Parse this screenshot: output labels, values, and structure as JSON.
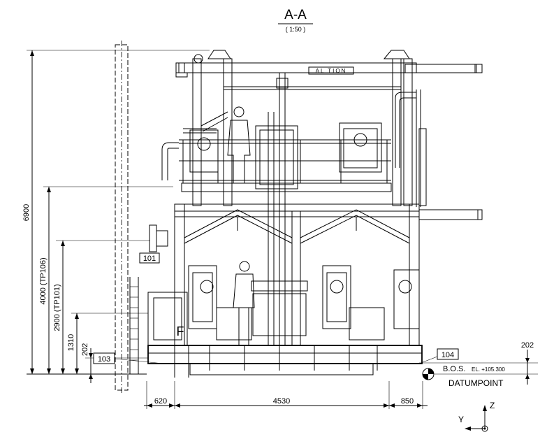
{
  "view": {
    "title": "A-A",
    "scale": "( 1:50 )"
  },
  "dimensions": {
    "overall_height": "6900",
    "tp106": "4000 (TP106)",
    "tp101": "2900 (TP101)",
    "h1310": "1310",
    "h202_left": "202",
    "h202_right": "202",
    "w620": "620",
    "w4530": "4530",
    "w850": "850"
  },
  "tags": {
    "t101": "101",
    "t103": "103",
    "t104": "104",
    "letter_f": "F",
    "banner": "AL TION"
  },
  "labels": {
    "bos": "B.O.S.",
    "elevation": "EL. +105.300",
    "datum": "DATUMPOINT"
  },
  "axes": {
    "z": "Z",
    "y": "Y"
  }
}
